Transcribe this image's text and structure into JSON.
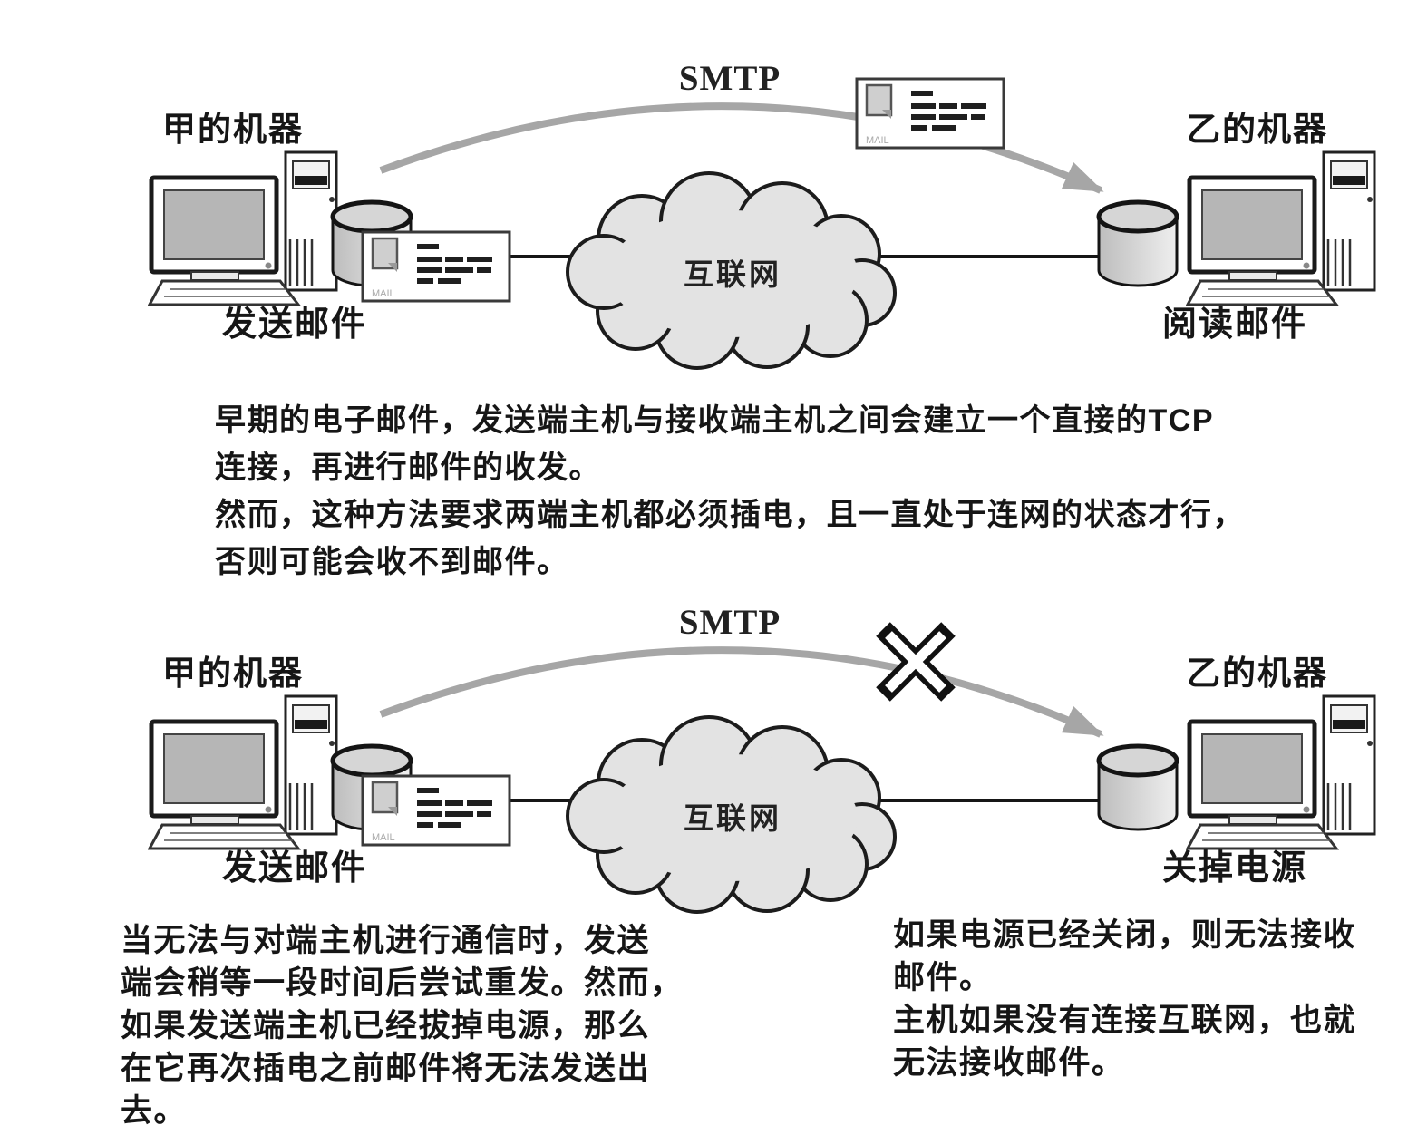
{
  "figure": {
    "top_diagram": {
      "left_machine_label": "甲的机器",
      "left_caption": "发送邮件",
      "right_machine_label": "乙的机器",
      "right_caption": "阅读邮件",
      "protocol_label": "SMTP",
      "cloud_label": "互联网",
      "spool_envelope_label": "MAIL",
      "flying_envelope_label": "MAIL"
    },
    "bottom_diagram": {
      "left_machine_label": "甲的机器",
      "left_caption": "发送邮件",
      "right_machine_label": "乙的机器",
      "right_caption": "关掉电源",
      "protocol_label": "SMTP",
      "cloud_label": "互联网",
      "spool_envelope_label": "MAIL"
    },
    "middle_text_lines": [
      "早期的电子邮件，发送端主机与接收端主机之间会建立一个直接的TCP",
      "连接，再进行邮件的收发。",
      "然而，这种方法要求两端主机都必须插电，且一直处于连网的状态才行，",
      "否则可能会收不到邮件。"
    ],
    "bottom_left_note_lines": [
      "当无法与对端主机进行通信时，发送",
      "端会稍等一段时间后尝试重发。然而，",
      "如果发送端主机已经拔掉电源，那么",
      "在它再次插电之前邮件将无法发送出",
      "去。"
    ],
    "bottom_right_note_lines": [
      "如果电源已经关闭，则无法接收",
      "邮件。",
      "主机如果没有连接互联网，也就",
      "无法接收邮件。"
    ],
    "colors": {
      "ink": "#161616",
      "arrow_gray": "#a6a6a6",
      "cloud_fill": "#e3e3e3",
      "screen_gray": "#b6b6b6",
      "cylinder_light": "#efefef",
      "cylinder_dark": "#bdbdbd"
    }
  }
}
